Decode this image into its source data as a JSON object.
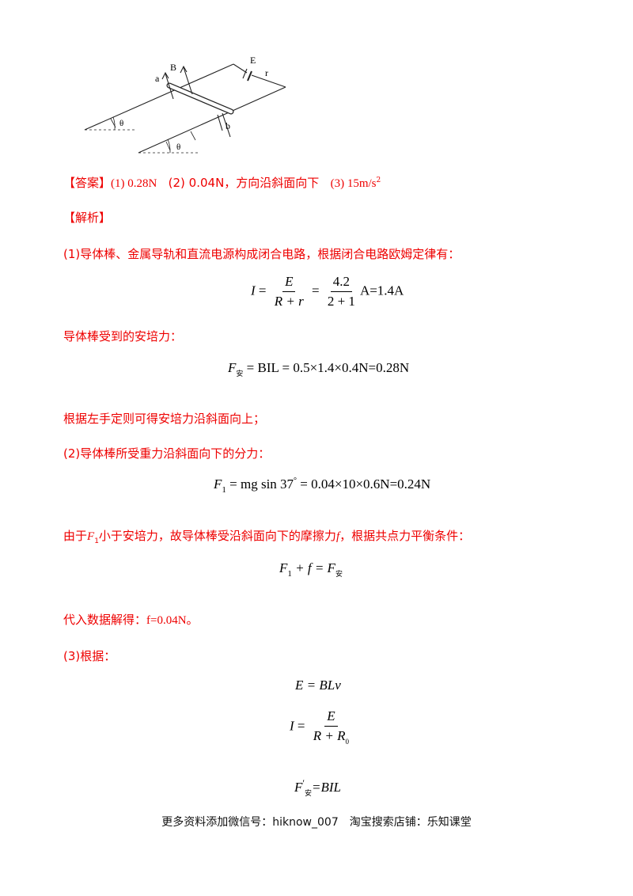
{
  "diagram": {
    "label_a": "a",
    "label_b_top": "B",
    "label_E": "E",
    "label_r": "r",
    "label_b_bottom": "b",
    "label_theta_1": "θ",
    "label_theta_2": "θ"
  },
  "answer": {
    "bracket": "【答案】",
    "part1": "(1) 0.28N",
    "part2": "(2) 0.04N，方向沿斜面向下",
    "part3_base": "(3) 15m/s",
    "part3_sup": "2"
  },
  "analysis_heading": "【解析】",
  "para1": "(1)导体棒、金属导轨和直流电源构成闭合电路，根据闭合电路欧姆定律有：",
  "eq1": {
    "lhs": "I",
    "eq": " = ",
    "num1": "E",
    "den1": "R + r",
    "eq2": " = ",
    "num2": "4.2",
    "den2": "2 + 1",
    "tail": "A=1.4A"
  },
  "para2": "导体棒受到的安培力：",
  "eq2": {
    "F": "F",
    "sub": "安",
    "rest": " = BIL = 0.5×1.4×0.4N=0.28N"
  },
  "para3": "根据左手定则可得安培力沿斜面向上；",
  "para4": "(2)导体棒所受重力沿斜面向下的分力：",
  "eq3": {
    "F": "F",
    "sub": "1",
    "mid": " = mg sin 37",
    "deg": "°",
    "rest": " = 0.04×10×0.6N=0.24N"
  },
  "para5": {
    "pre": "由于",
    "F": "F",
    "sub": "1",
    "mid": "小于安培力，故导体棒受沿斜面向下的摩擦力",
    "f": "f",
    "post": "，根据共点力平衡条件："
  },
  "eq4": {
    "F": "F",
    "sub": "1",
    "plus": " + f = F",
    "sub2": "安"
  },
  "para6": {
    "pre": "代入数据解得：",
    "val": "f=0.04N。"
  },
  "para7": "(3)根据：",
  "eq5": "E = BLv",
  "eq6": {
    "lhs": "I",
    "eq": " = ",
    "num": "E",
    "den_base": "R + R",
    "den_sub": "0"
  },
  "eq7": {
    "F": "F",
    "prime": "′",
    "sub": "安",
    "rest": "=BIL"
  },
  "footer": "更多资料添加微信号：hiknow_007　淘宝搜索店铺：乐知课堂"
}
